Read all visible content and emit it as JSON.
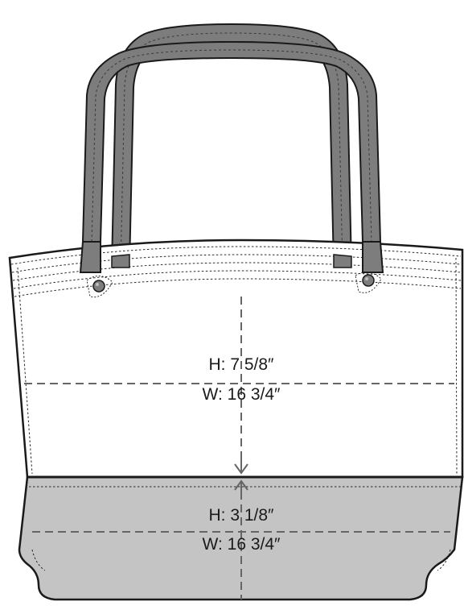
{
  "colors": {
    "handle_fill": "#7d7d7d",
    "bottom_panel_fill": "#c4c4c4",
    "body_fill": "#ffffff",
    "outline": "#1a1a1a",
    "dimension_line": "#666666"
  },
  "icons": {
    "rivet_left": "rivet-icon",
    "rivet_right": "rivet-icon",
    "arrow_down": "arrow-down-icon",
    "arrow_up": "arrow-up-icon"
  },
  "upper_panel": {
    "height_label": "H: 7 5/8″",
    "width_label": "W: 16 3/4″"
  },
  "bottom_panel": {
    "height_label": "H: 3 1/8″",
    "width_label": "W: 16 3/4″"
  }
}
